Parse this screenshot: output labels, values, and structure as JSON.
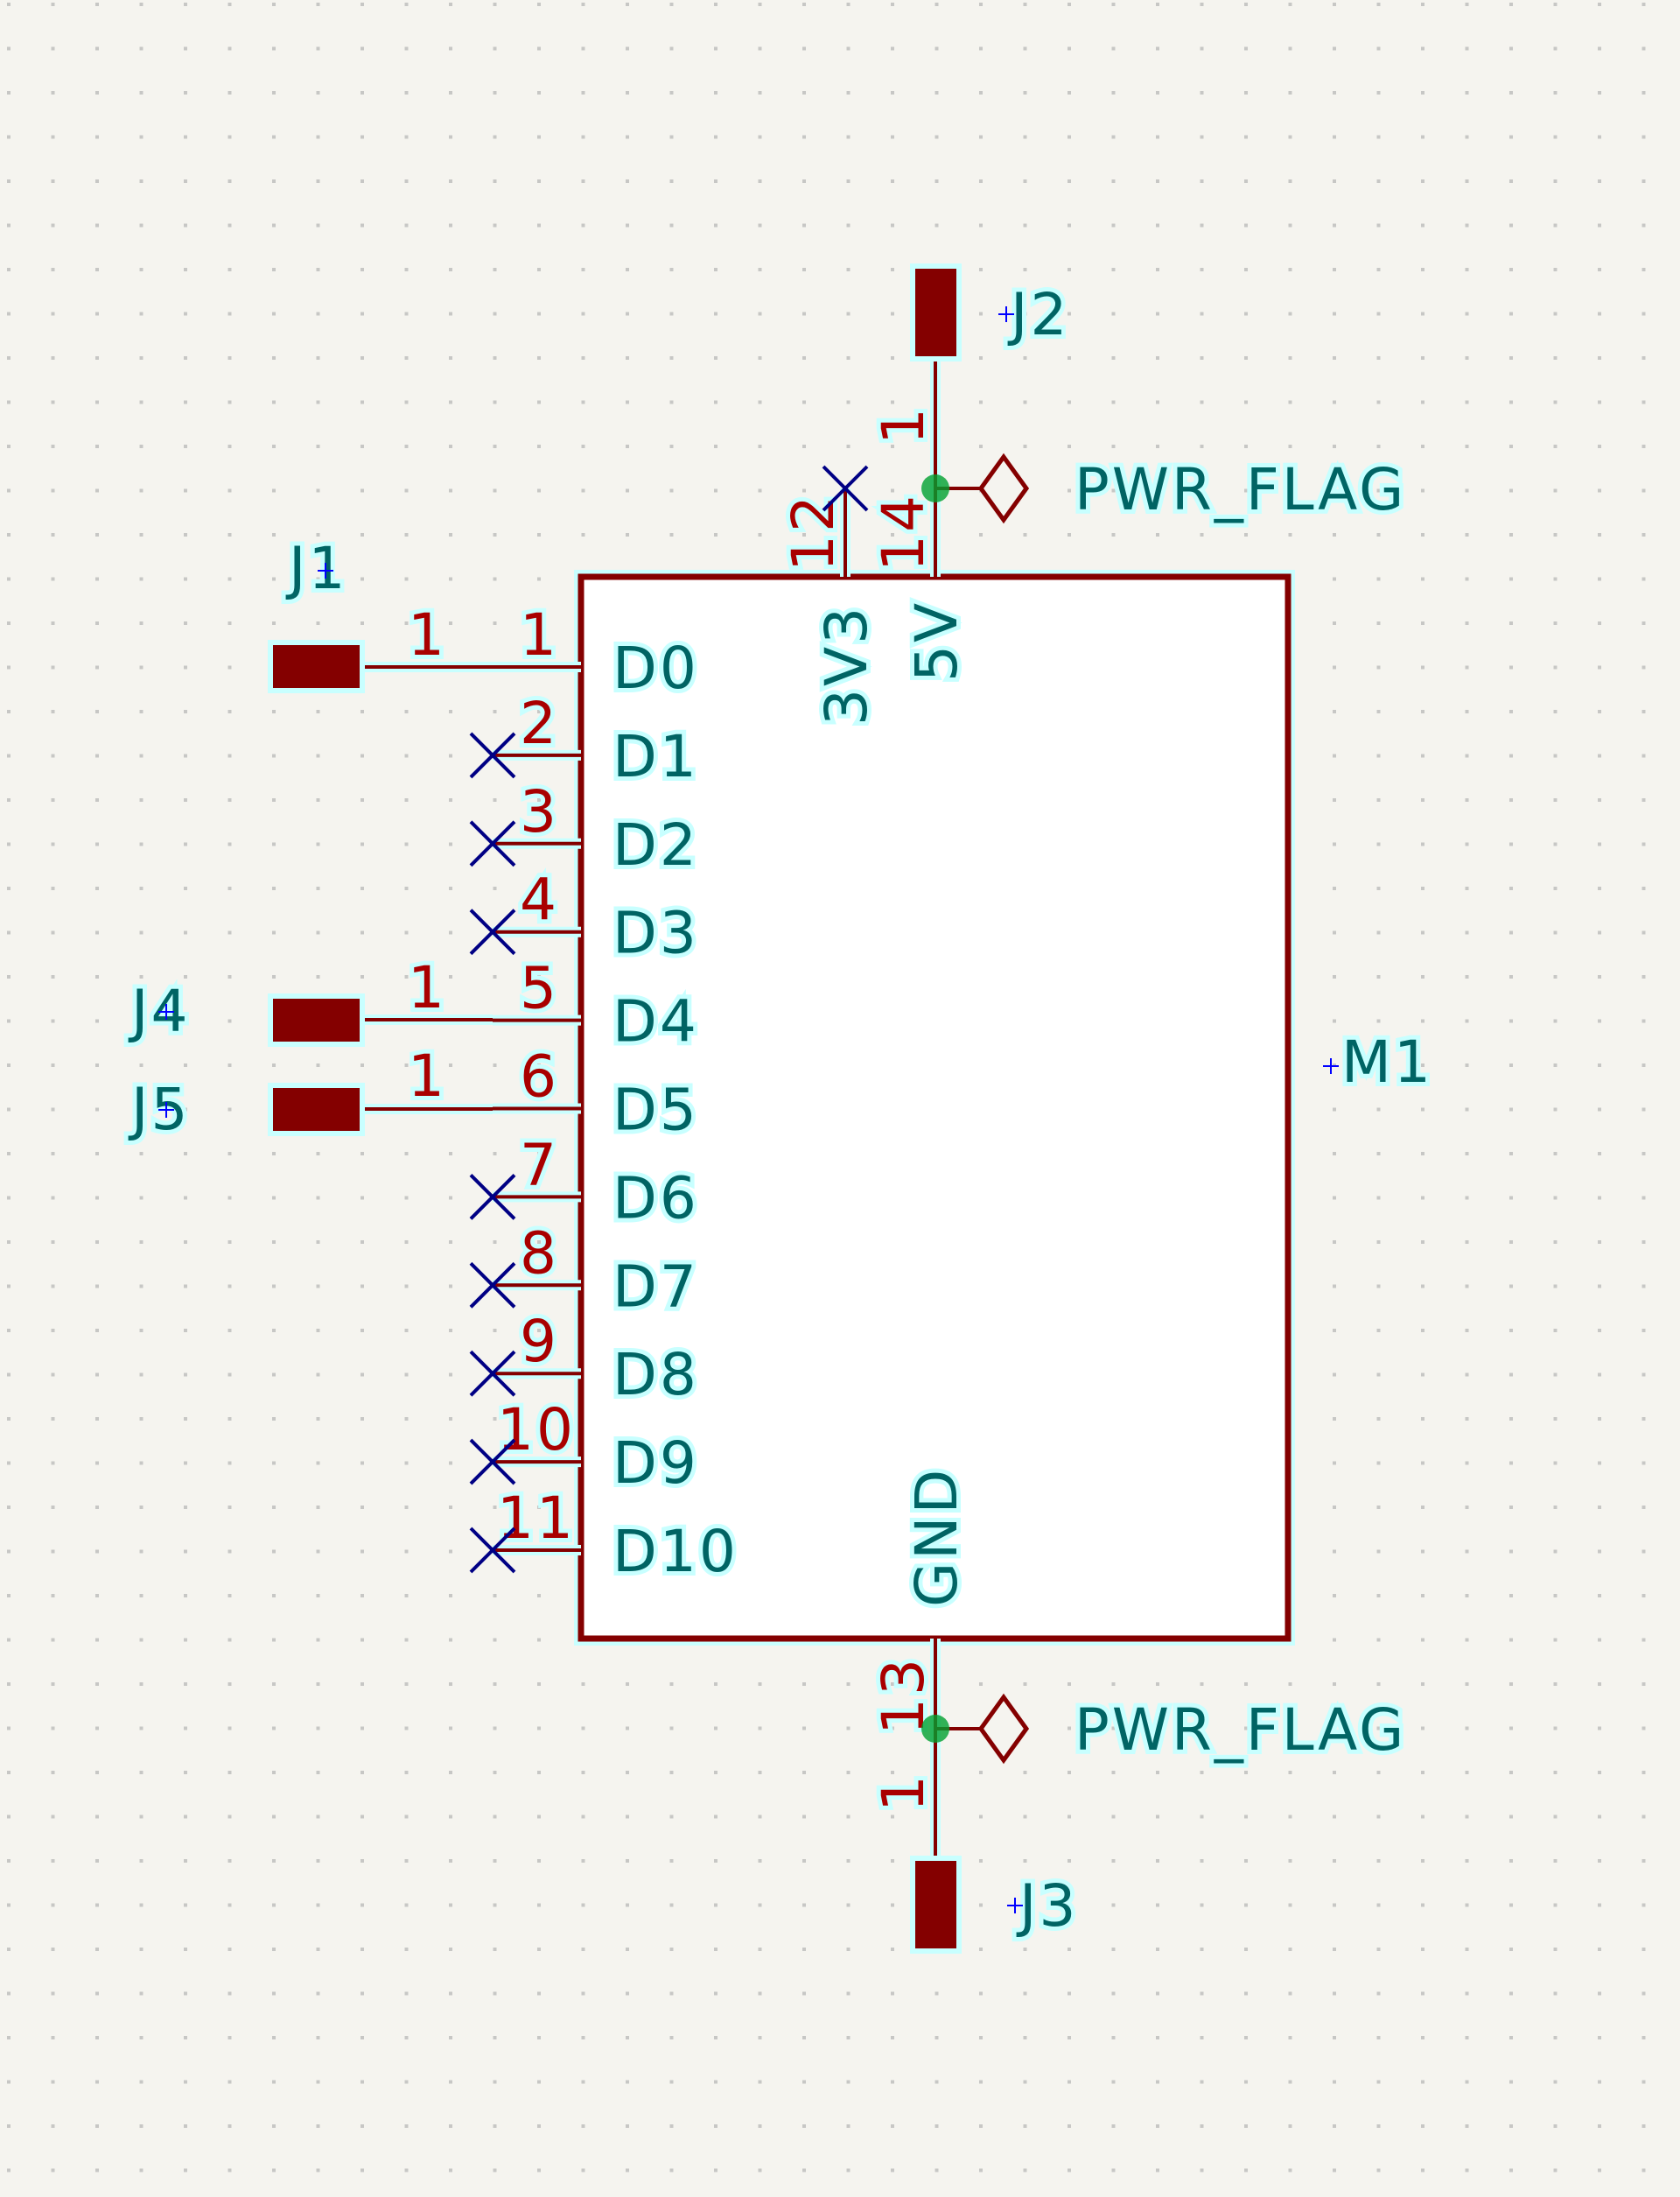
{
  "app": "KiCad Schematic Editor",
  "colors": {
    "background": "#f5f4ef",
    "grid": "#b4b4b4",
    "body_outline": "#840000",
    "body_fill": "#ffffff",
    "pin": "#840000",
    "pin_number": "#a90000",
    "pin_name": "#006464",
    "reference": "#006464",
    "no_connect": "#000084",
    "junction": "#00a030",
    "highlight": "#c8ffff",
    "anchor": "#0000ff"
  },
  "module": {
    "reference": "M1",
    "left_pins": [
      {
        "name": "D0",
        "number": "1",
        "connected": true
      },
      {
        "name": "D1",
        "number": "2",
        "connected": false
      },
      {
        "name": "D2",
        "number": "3",
        "connected": false
      },
      {
        "name": "D3",
        "number": "4",
        "connected": false
      },
      {
        "name": "D4",
        "number": "5",
        "connected": true
      },
      {
        "name": "D5",
        "number": "6",
        "connected": true
      },
      {
        "name": "D6",
        "number": "7",
        "connected": false
      },
      {
        "name": "D7",
        "number": "8",
        "connected": false
      },
      {
        "name": "D8",
        "number": "9",
        "connected": false
      },
      {
        "name": "D9",
        "number": "10",
        "connected": false
      },
      {
        "name": "D10",
        "number": "11",
        "connected": false
      }
    ],
    "top_pins": [
      {
        "name": "3V3",
        "number": "12",
        "connected": false
      },
      {
        "name": "5V",
        "number": "14",
        "connected": true
      }
    ],
    "bottom_pins": [
      {
        "name": "GND",
        "number": "13",
        "connected": true
      }
    ]
  },
  "connectors": [
    {
      "reference": "J1",
      "pin_number": "1",
      "attached_to": "D0"
    },
    {
      "reference": "J4",
      "pin_number": "1",
      "attached_to": "D4"
    },
    {
      "reference": "J5",
      "pin_number": "1",
      "attached_to": "D5"
    },
    {
      "reference": "J2",
      "pin_number": "1",
      "attached_to": "5V"
    },
    {
      "reference": "J3",
      "pin_number": "1",
      "attached_to": "GND"
    }
  ],
  "power_flags": [
    {
      "label": "PWR_FLAG",
      "net": "5V"
    },
    {
      "label": "PWR_FLAG",
      "net": "GND"
    }
  ]
}
